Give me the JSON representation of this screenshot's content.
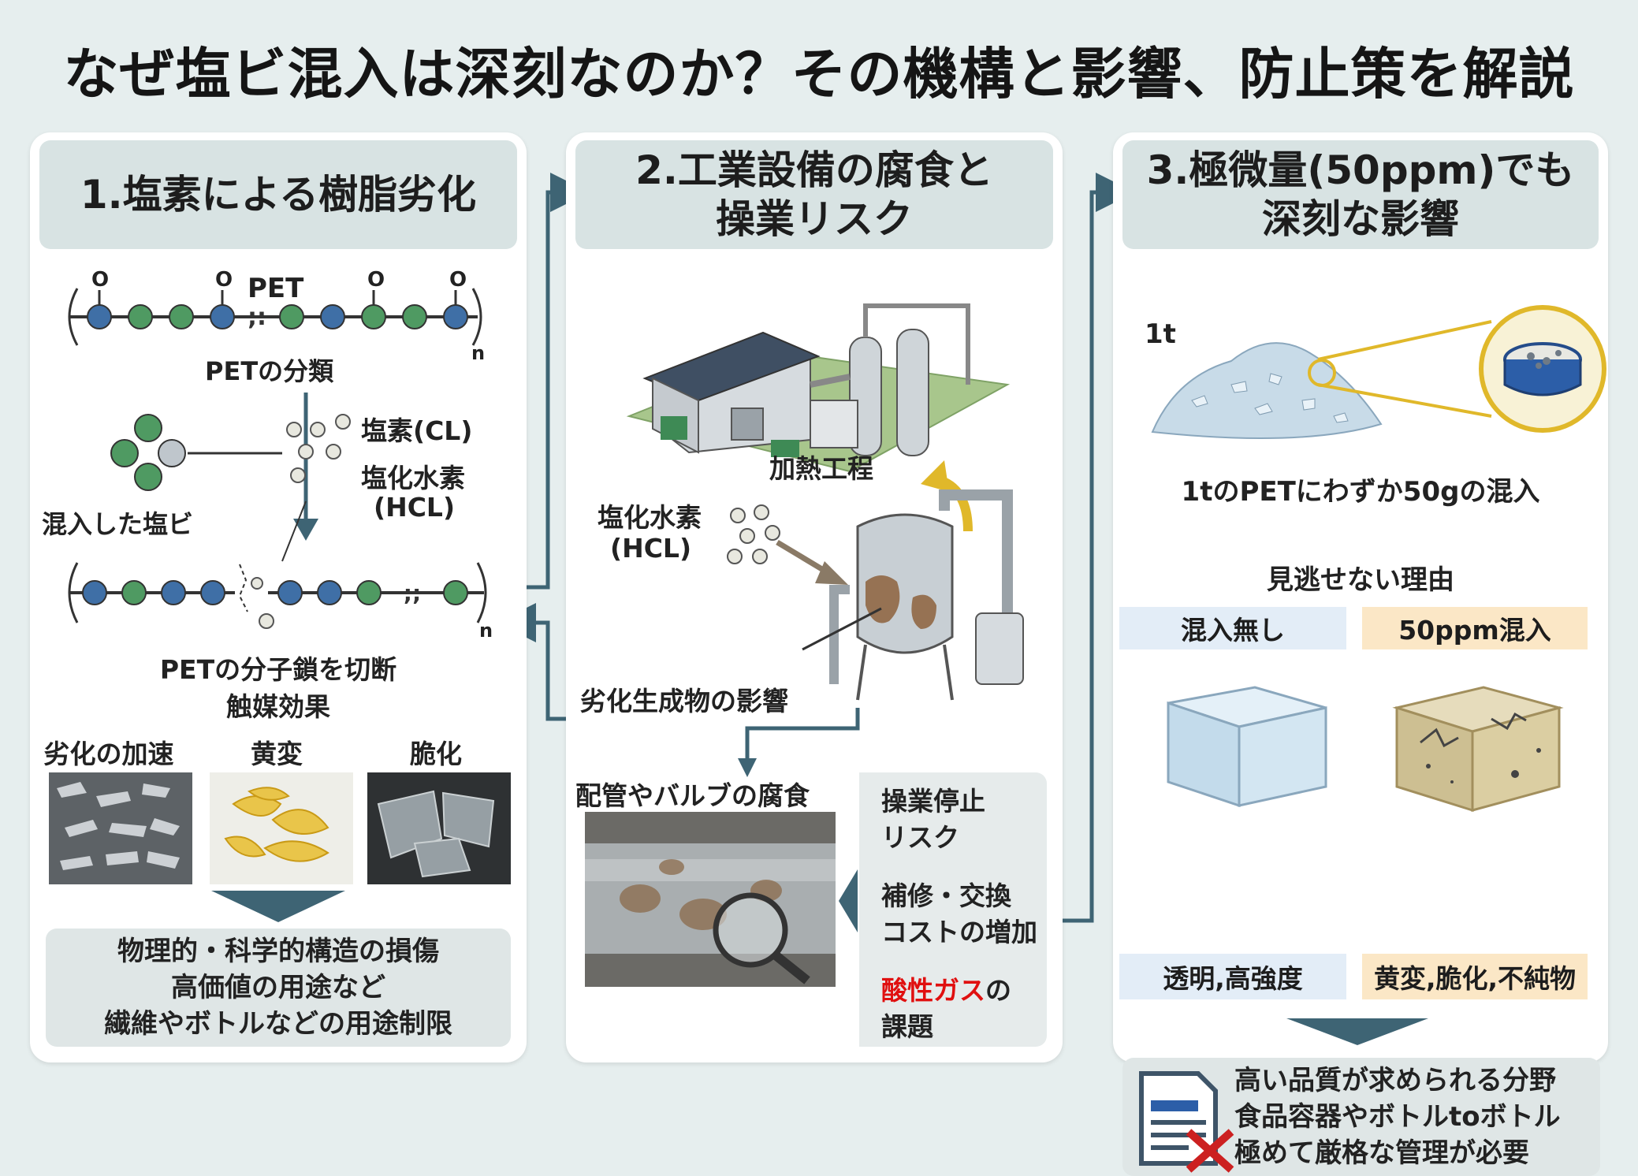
{
  "title": "なぜ塩ビ混入は深刻なのか？その機構と影響、防止策を解説",
  "panel1": {
    "heading": "1.塩素による樹脂劣化",
    "pet_label": "PET",
    "oxygen": "O",
    "subscript_n": "n",
    "pet_caption": "PETの分類",
    "chlorine": "塩素(CL)",
    "hcl_line1": "塩化水素",
    "hcl_line2": "(HCL)",
    "pvc_mixed": "混入した塩ビ",
    "cut_line1": "PETの分子鎖を切断",
    "cut_line2": "触媒効果",
    "effects": [
      "劣化の加速",
      "黄変",
      "脆化"
    ],
    "summary": [
      "物理的・科学的構造の損傷",
      "高価値の用途など",
      "繊維やボトルなどの用途制限"
    ]
  },
  "panel2": {
    "heading_line1": "2.工業設備の腐食と",
    "heading_line2": "操業リスク",
    "heating": "加熱工程",
    "hcl_line1": "塩化水素",
    "hcl_line2": "(HCL)",
    "degradation": "劣化生成物の影響",
    "pipe_corrosion": "配管やバルブの腐食",
    "risk1_line1": "操業停止",
    "risk1_line2": "リスク",
    "risk2_line1": "補修・交換",
    "risk2_line2": "コストの増加",
    "risk3_red": "酸性ガス",
    "risk3_rest": "の",
    "risk3_line2": "課題"
  },
  "panel3": {
    "heading_line1": "3.極微量(50ppm)でも",
    "heading_line2": "深刻な影響",
    "ton": "1t",
    "mix_caption": "1tのPETにわずか50gの混入",
    "reason": "見逃せない理由",
    "no_mix": "混入無し",
    "with_mix": "50ppm混入",
    "no_mix_result": "透明,高強度",
    "with_mix_result": "黄変,脆化,不純物",
    "conclusion": [
      "高い品質が求められる分野",
      "食品容器やボトルtoボトル",
      "極めて厳格な管理が必要"
    ]
  },
  "colors": {
    "panel_header": "#d8e3e3",
    "arrow": "#3e6474",
    "blue_atom": "#3f6fa6",
    "green_atom": "#4f9a62",
    "red_text": "#e01010",
    "tag_blue": "#e3edf7",
    "tag_orange": "#fbe7c6"
  }
}
